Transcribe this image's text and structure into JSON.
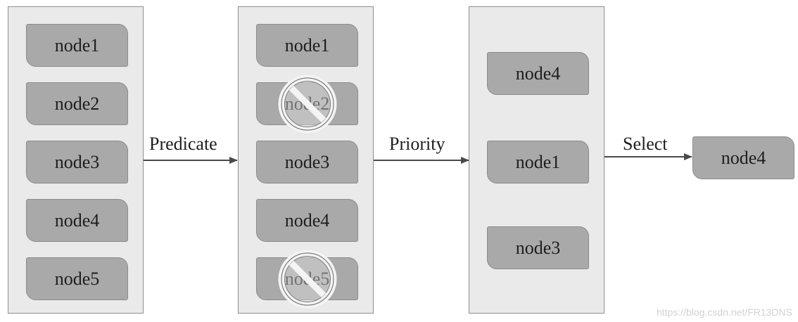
{
  "stages": {
    "all_nodes": [
      "node1",
      "node2",
      "node3",
      "node4",
      "node5"
    ],
    "after_predicate": {
      "nodes": [
        "node1",
        "node2",
        "node3",
        "node4",
        "node5"
      ],
      "filtered_out": [
        "node2",
        "node5"
      ]
    },
    "after_priority": [
      "node4",
      "node1",
      "node3"
    ],
    "selected": "node4"
  },
  "steps": {
    "predicate": "Predicate",
    "priority": "Priority",
    "select": "Select"
  },
  "icons": {
    "filtered_marker": "prohibited-icon"
  },
  "watermark": "https://blog.csdn.net/FR13DNS"
}
